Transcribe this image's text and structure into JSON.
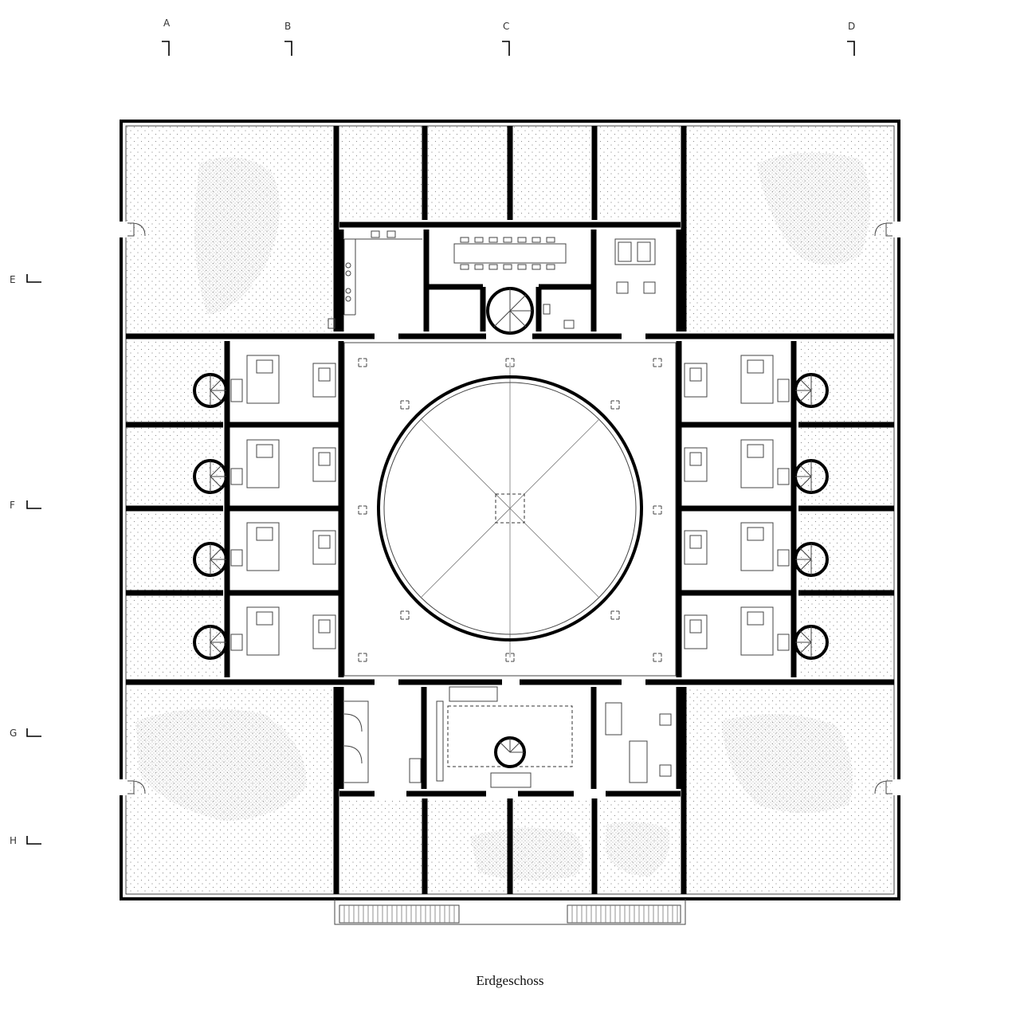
{
  "title": "Erdgeschoss",
  "section_marks": {
    "vertical": [
      "A",
      "B",
      "C",
      "D"
    ],
    "horizontal": [
      "E",
      "F",
      "G",
      "H"
    ]
  }
}
